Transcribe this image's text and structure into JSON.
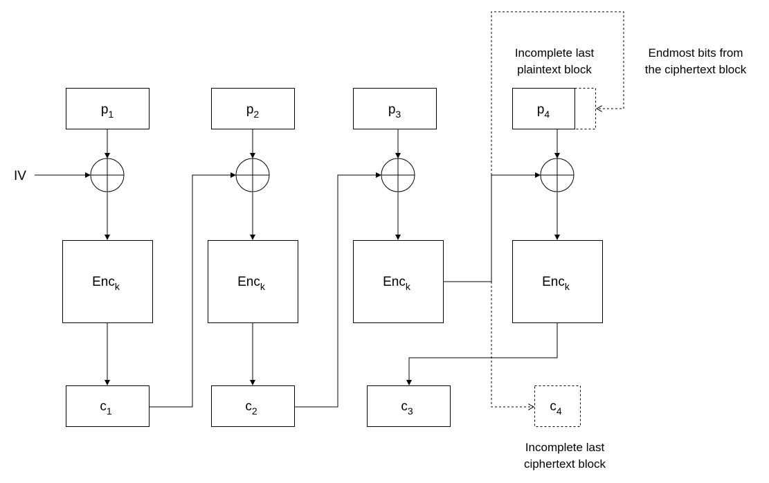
{
  "plaintext_blocks": [
    {
      "base": "p",
      "sub": "1"
    },
    {
      "base": "p",
      "sub": "2"
    },
    {
      "base": "p",
      "sub": "3"
    },
    {
      "base": "p",
      "sub": "4"
    }
  ],
  "cipher_blocks": [
    {
      "base": "c",
      "sub": "1"
    },
    {
      "base": "c",
      "sub": "2"
    },
    {
      "base": "c",
      "sub": "3"
    },
    {
      "base": "c",
      "sub": "4"
    }
  ],
  "encrypt_blocks": [
    {
      "base": "Enc",
      "sub": "k"
    },
    {
      "base": "Enc",
      "sub": "k"
    },
    {
      "base": "Enc",
      "sub": "k"
    },
    {
      "base": "Enc",
      "sub": "k"
    }
  ],
  "iv_label": "IV",
  "annotations": {
    "incomplete_plaintext": [
      "Incomplete last",
      "plaintext block"
    ],
    "endmost_bits": [
      "Endmost bits from",
      "the ciphertext block"
    ],
    "incomplete_ciphertext": [
      "Incomplete last",
      "ciphertext block"
    ]
  }
}
